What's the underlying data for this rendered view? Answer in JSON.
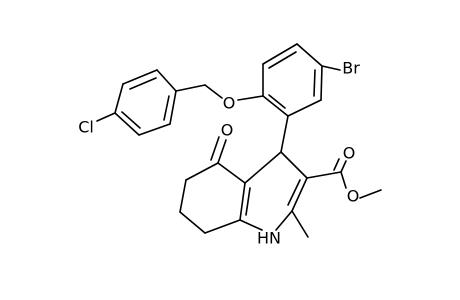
{
  "labels": {
    "br": "Br",
    "cl": "Cl",
    "o_ether": "O",
    "o_ketone": "O",
    "o_carbonyl": "O",
    "o_ester": "O",
    "nh": "HN"
  }
}
